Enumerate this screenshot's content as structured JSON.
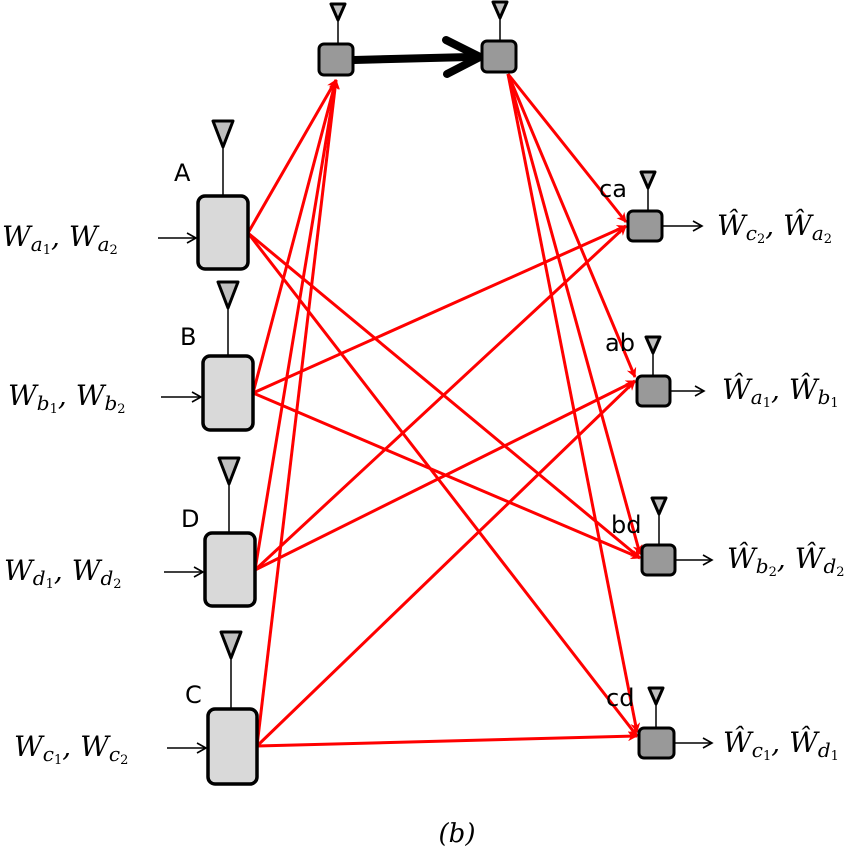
{
  "caption": "(b)",
  "sources": [
    {
      "id": "A",
      "label": "A",
      "m1": "a",
      "m2": "a"
    },
    {
      "id": "B",
      "label": "B",
      "m1": "b",
      "m2": "b"
    },
    {
      "id": "D",
      "label": "D",
      "m1": "d",
      "m2": "d"
    },
    {
      "id": "C",
      "label": "C",
      "m1": "c",
      "m2": "c"
    }
  ],
  "relays": [
    {
      "id": "r1"
    },
    {
      "id": "r2"
    }
  ],
  "destinations": [
    {
      "id": "ca",
      "label": "ca",
      "m1": "c",
      "i1": "2",
      "m2": "a",
      "i2": "2"
    },
    {
      "id": "ab",
      "label": "ab",
      "m1": "a",
      "i1": "1",
      "m2": "b",
      "i2": "1"
    },
    {
      "id": "bd",
      "label": "bd",
      "m1": "b",
      "i1": "2",
      "m2": "d",
      "i2": "2"
    },
    {
      "id": "cd",
      "label": "cd",
      "m1": "c",
      "i1": "1",
      "m2": "d",
      "i2": "1"
    }
  ],
  "symbol": "W",
  "colors": {
    "link": "#ff0000",
    "relay_link": "#000000",
    "source_fill": "#d9d9d9",
    "node_fill": "#999999",
    "antenna_fill": "#bfbfbf"
  }
}
